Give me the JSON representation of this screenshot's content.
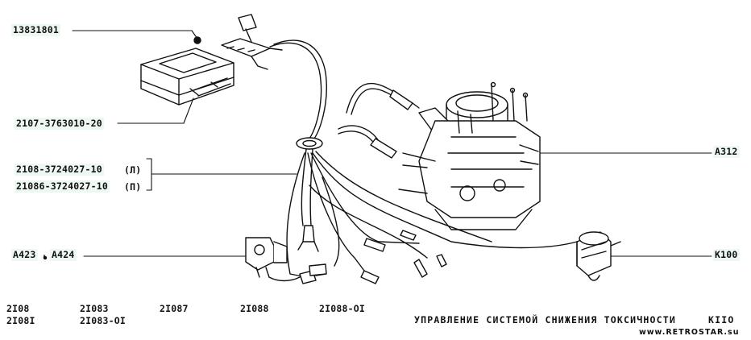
{
  "labels": {
    "ecu": "13831801",
    "ecu_block": "2107-3763010-20",
    "harness_l": "2108-3724027-10",
    "harness_l_tag": "(Л)",
    "harness_p": "21086-3724027-10",
    "harness_p_tag": "(П)",
    "sensor_a": "A423",
    "sensor_sep": ",",
    "sensor_b": "A424",
    "carb": "A312",
    "valve": "K100"
  },
  "models": {
    "col1": [
      "2I08",
      "2I08I"
    ],
    "col2": [
      "2I083",
      "2I083-OI"
    ],
    "col3": [
      "2I087"
    ],
    "col4": [
      "2I088"
    ],
    "col5": [
      "2I088-OI"
    ]
  },
  "footer": {
    "title": "УПРАВЛЕНИЕ СИСТЕМОЙ СНИЖЕНИЯ ТОКСИЧНОСТИ",
    "code": "KIIO",
    "watermark": "www.RETROSTAR.su"
  },
  "colors": {
    "ink": "#111111",
    "label_bg": "#eef8f2"
  }
}
